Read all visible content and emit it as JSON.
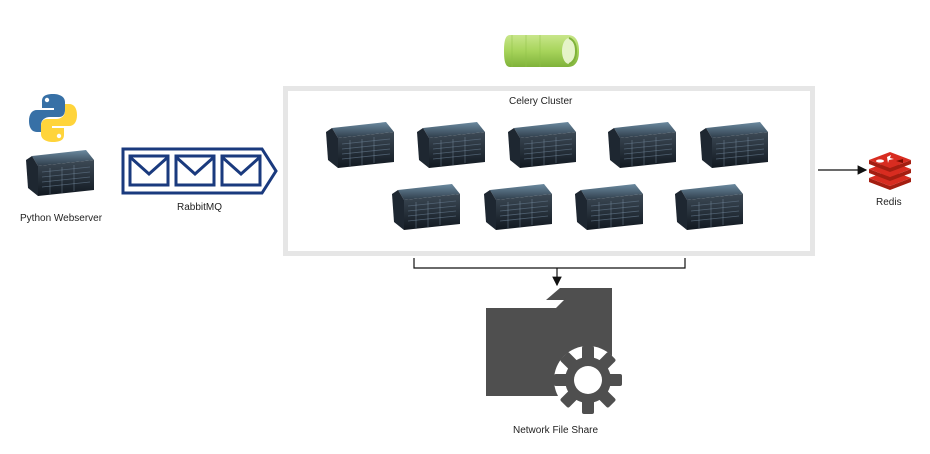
{
  "nodes": {
    "webserver": {
      "label": "Python Webserver",
      "icon": "python-logo-icon"
    },
    "queue": {
      "label": "RabbitMQ",
      "icon": "envelope-queue-icon"
    },
    "cluster": {
      "label": "Celery Cluster",
      "icon": "celery-logo-icon",
      "server_count": 9
    },
    "cache": {
      "label": "Redis",
      "icon": "redis-logo-icon"
    },
    "storage": {
      "label": "Network File Share",
      "icon": "folder-gear-icon"
    }
  },
  "colors": {
    "rabbitmq_blue": "#1a3a7e",
    "python_blue": "#3770a6",
    "python_yellow": "#ffd43b",
    "celery_green": "#a7d45b",
    "redis_red": "#d82c20",
    "folder_gray": "#4f4f4f",
    "cluster_border": "#e6e6e6"
  }
}
